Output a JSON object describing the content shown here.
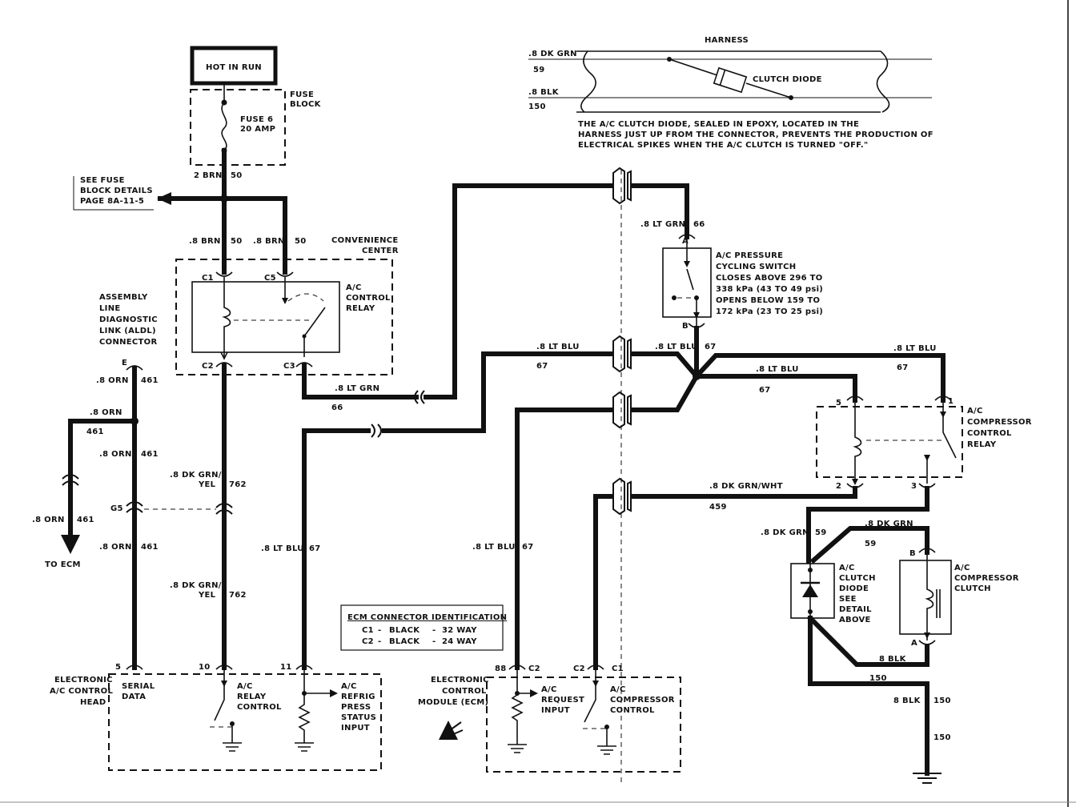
{
  "power": {
    "hot_in_run": "HOT IN RUN",
    "fuse_block_1": "FUSE",
    "fuse_block_2": "BLOCK",
    "fuse_1": "FUSE 6",
    "fuse_2": "20 AMP"
  },
  "see_fuse": {
    "line1": "SEE FUSE",
    "line2": "BLOCK DETAILS",
    "line3": "PAGE 8A-11-5"
  },
  "conv": {
    "line1": "CONVENIENCE",
    "line2": "CENTER"
  },
  "ac_relay": {
    "line1": "A/C",
    "line2": "CONTROL",
    "line3": "RELAY"
  },
  "aldl": {
    "line1": "ASSEMBLY",
    "line2": "LINE",
    "line3": "DIAGNOSTIC",
    "line4": "LINK (ALDL)",
    "line5": "CONNECTOR"
  },
  "to_ecm": "TO ECM",
  "harness": {
    "title": "HARNESS",
    "diode": "CLUTCH DIODE",
    "note1": "THE A/C CLUTCH DIODE, SEALED IN EPOXY, LOCATED IN THE",
    "note2": "HARNESS JUST UP FROM THE CONNECTOR, PREVENTS THE PRODUCTION OF",
    "note3": "ELECTRICAL SPIKES WHEN THE A/C CLUTCH IS TURNED \"OFF.\""
  },
  "pressure_switch": {
    "line1": "A/C PRESSURE",
    "line2": "CYCLING SWITCH",
    "line3": "CLOSES ABOVE 296 TO",
    "line4": "338 kPa (43 TO 49 psi)",
    "line5": "OPENS BELOW 159 TO",
    "line6": "172 kPa (23 TO 25 psi)"
  },
  "comp_relay": {
    "line1": "A/C",
    "line2": "COMPRESSOR",
    "line3": "CONTROL",
    "line4": "RELAY"
  },
  "diode_box": {
    "line1": "A/C",
    "line2": "CLUTCH",
    "line3": "DIODE",
    "line4": "SEE",
    "line5": "DETAIL",
    "line6": "ABOVE"
  },
  "clutch": {
    "line1": "A/C",
    "line2": "COMPRESSOR",
    "line3": "CLUTCH"
  },
  "ecm_id": {
    "title": "ECM CONNECTOR IDENTIFICATION",
    "c1": "C1",
    "c1_color": "BLACK",
    "c1_way": "32 WAY",
    "c2": "C2",
    "c2_color": "BLACK",
    "c2_way": "24 WAY"
  },
  "eac": {
    "line1": "ELECTRONIC",
    "line2": "A/C CONTROL",
    "line3": "HEAD",
    "serial1": "SERIAL",
    "serial2": "DATA",
    "rc1": "A/C",
    "rc2": "RELAY",
    "rc3": "CONTROL",
    "rp1": "A/C",
    "rp2": "REFRIG",
    "rp3": "PRESS",
    "rp4": "STATUS",
    "rp5": "INPUT"
  },
  "ecm": {
    "line1": "ELECTRONIC",
    "line2": "CONTROL",
    "line3": "MODULE (ECM)",
    "req1": "A/C",
    "req2": "REQUEST",
    "req3": "INPUT",
    "cc1": "A/C",
    "cc2": "COMPRESSOR",
    "cc3": "CONTROL"
  },
  "wires": {
    "w_2brn": "2 BRN",
    "w_50a": "50",
    "w_8brn_a": ".8 BRN",
    "w_50b": "50",
    "w_8brn_b": ".8 BRN",
    "w_50c": "50",
    "w_8orn_a": ".8 ORN",
    "w_461a": "461",
    "w_8orn_b": ".8 ORN",
    "w_461b": "461",
    "w_8orn_c": ".8 ORN",
    "w_461c": "461",
    "w_8orn_d": ".8 ORN",
    "w_461d": "461",
    "w_8orn_e": ".8 ORN",
    "w_461e": "461",
    "w_dkgrnyel_a1": ".8 DK GRN/",
    "w_dkgrnyel_a2": "YEL",
    "w_762a": "762",
    "w_dkgrnyel_b1": ".8 DK GRN/",
    "w_dkgrnyel_b2": "YEL",
    "w_762b": "762",
    "w_ltblu_a": ".8 LT BLU",
    "w_67a": "67",
    "w_ltgrn_a": ".8 LT GRN",
    "w_66a": "66",
    "w_ltgrn_b": ".8 LT GRN",
    "w_66b": "66",
    "w_ltblu_b": ".8 LT BLU",
    "w_67b": "67",
    "w_ltblu_c": ".8 LT BLU",
    "w_67c": "67",
    "w_ltblu_d": ".8 LT BLU",
    "w_67d": "67",
    "w_ltblu_e": ".8 LT BLU",
    "w_67e": "67",
    "w_ltblu_f": ".8 LT BLU",
    "w_67f": "67",
    "w_dkgrnwht": ".8 DK GRN/WHT",
    "w_459": "459",
    "w_dkgrn_a": ".8 DK GRN",
    "w_59a": "59",
    "w_dkgrn_b": ".8 DK GRN",
    "w_59b": "59",
    "w_blk_a": "8 BLK",
    "w_150a": "150",
    "w_blk_b": "8 BLK",
    "w_150b": "150",
    "w_150c": "150",
    "h_dkgrn": ".8 DK GRN",
    "h_59": "59",
    "h_blk": ".8 BLK",
    "h_150": "150"
  },
  "pins": {
    "c1": "C1",
    "c5": "C5",
    "c2": "C2",
    "c3": "C3",
    "e": "E",
    "g5": "G5",
    "a": "A",
    "b": "B",
    "p5": "5",
    "p1": "1",
    "p2": "2",
    "p3": "3",
    "pb": "B",
    "pa": "A",
    "p5b": "5",
    "p10": "10",
    "p11": "11",
    "p88": "88",
    "pc2a": "C2",
    "pc2b": "C2",
    "pc1": "C1"
  }
}
